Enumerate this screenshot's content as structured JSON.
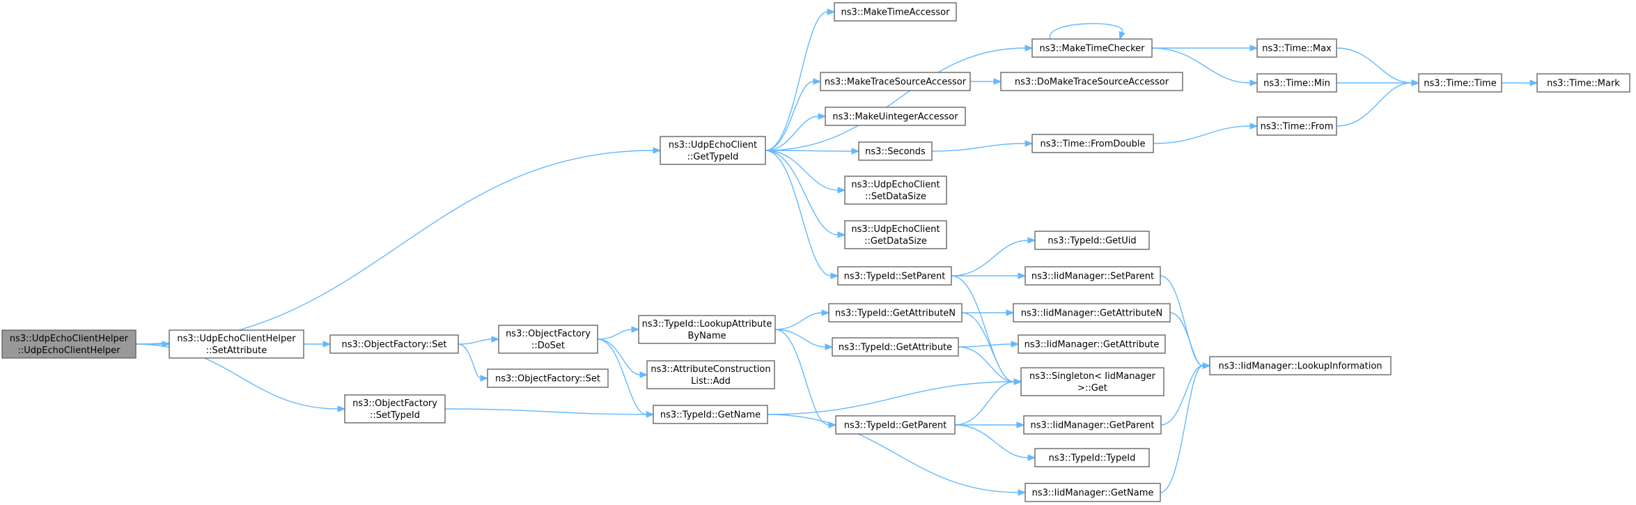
{
  "diagram": {
    "type": "call-graph",
    "colors": {
      "edge": "#63b8ff",
      "node_border": "#666666",
      "root_fill": "#999999",
      "node_fill": "#ffffff"
    },
    "nodes": [
      {
        "id": "root",
        "lines": [
          "ns3::UdpEchoClientHelper",
          "::UdpEchoClientHelper"
        ],
        "root": true
      },
      {
        "id": "setattr",
        "lines": [
          "ns3::UdpEchoClientHelper",
          "::SetAttribute"
        ]
      },
      {
        "id": "getTypeId",
        "lines": [
          "ns3::UdpEchoClient",
          "::GetTypeId"
        ]
      },
      {
        "id": "ofSetTypeId",
        "lines": [
          "ns3::ObjectFactory",
          "::SetTypeId"
        ]
      },
      {
        "id": "ofSet1",
        "lines": [
          "ns3::ObjectFactory::Set"
        ]
      },
      {
        "id": "ofDoSet",
        "lines": [
          "ns3::ObjectFactory",
          "::DoSet"
        ]
      },
      {
        "id": "ofSet2",
        "lines": [
          "ns3::ObjectFactory::Set"
        ]
      },
      {
        "id": "lookupAttr",
        "lines": [
          "ns3::TypeId::LookupAttribute",
          "ByName"
        ]
      },
      {
        "id": "acListAdd",
        "lines": [
          "ns3::AttributeConstruction",
          "List::Add"
        ]
      },
      {
        "id": "tidGetName",
        "lines": [
          "ns3::TypeId::GetName"
        ]
      },
      {
        "id": "makeTimeAcc",
        "lines": [
          "ns3::MakeTimeAccessor"
        ]
      },
      {
        "id": "makeTraceAcc",
        "lines": [
          "ns3::MakeTraceSourceAccessor"
        ]
      },
      {
        "id": "makeUintAcc",
        "lines": [
          "ns3::MakeUintegerAccessor"
        ]
      },
      {
        "id": "seconds",
        "lines": [
          "ns3::Seconds"
        ]
      },
      {
        "id": "setDataSize",
        "lines": [
          "ns3::UdpEchoClient",
          "::SetDataSize"
        ]
      },
      {
        "id": "getDataSize",
        "lines": [
          "ns3::UdpEchoClient",
          "::GetDataSize"
        ]
      },
      {
        "id": "setParent",
        "lines": [
          "ns3::TypeId::SetParent"
        ]
      },
      {
        "id": "getAttrN",
        "lines": [
          "ns3::TypeId::GetAttributeN"
        ]
      },
      {
        "id": "getAttr",
        "lines": [
          "ns3::TypeId::GetAttribute"
        ]
      },
      {
        "id": "getParent",
        "lines": [
          "ns3::TypeId::GetParent"
        ]
      },
      {
        "id": "makeTimeChecker",
        "lines": [
          "ns3::MakeTimeChecker"
        ]
      },
      {
        "id": "doMakeTrace",
        "lines": [
          "ns3::DoMakeTraceSourceAccessor"
        ]
      },
      {
        "id": "fromDouble",
        "lines": [
          "ns3::Time::FromDouble"
        ]
      },
      {
        "id": "getUid",
        "lines": [
          "ns3::TypeId::GetUid"
        ]
      },
      {
        "id": "iidSetParent",
        "lines": [
          "ns3::IidManager::SetParent"
        ]
      },
      {
        "id": "iidGetAttrN",
        "lines": [
          "ns3::IidManager::GetAttributeN"
        ]
      },
      {
        "id": "iidGetAttr",
        "lines": [
          "ns3::IidManager::GetAttribute"
        ]
      },
      {
        "id": "singletonGet",
        "lines": [
          "ns3::Singleton< IidManager",
          " >::Get"
        ]
      },
      {
        "id": "iidGetParent",
        "lines": [
          "ns3::IidManager::GetParent"
        ]
      },
      {
        "id": "tidTypeId",
        "lines": [
          "ns3::TypeId::TypeId"
        ]
      },
      {
        "id": "iidGetName",
        "lines": [
          "ns3::IidManager::GetName"
        ]
      },
      {
        "id": "timeMax",
        "lines": [
          "ns3::Time::Max"
        ]
      },
      {
        "id": "timeMin",
        "lines": [
          "ns3::Time::Min"
        ]
      },
      {
        "id": "timeFrom",
        "lines": [
          "ns3::Time::From"
        ]
      },
      {
        "id": "timeTime",
        "lines": [
          "ns3::Time::Time"
        ]
      },
      {
        "id": "lookupInfo",
        "lines": [
          "ns3::IidManager::LookupInformation"
        ]
      },
      {
        "id": "timeMark",
        "lines": [
          "ns3::Time::Mark"
        ]
      }
    ],
    "edges": [
      [
        "root",
        "getTypeId"
      ],
      [
        "root",
        "setattr"
      ],
      [
        "root",
        "ofSetTypeId"
      ],
      [
        "setattr",
        "ofSet1"
      ],
      [
        "ofSet1",
        "ofDoSet"
      ],
      [
        "ofSet1",
        "ofSet2"
      ],
      [
        "ofDoSet",
        "lookupAttr"
      ],
      [
        "ofDoSet",
        "acListAdd"
      ],
      [
        "ofDoSet",
        "tidGetName"
      ],
      [
        "ofSetTypeId",
        "tidGetName"
      ],
      [
        "lookupAttr",
        "getAttrN"
      ],
      [
        "lookupAttr",
        "getAttr"
      ],
      [
        "lookupAttr",
        "getParent"
      ],
      [
        "tidGetName",
        "singletonGet"
      ],
      [
        "tidGetName",
        "iidGetName"
      ],
      [
        "getTypeId",
        "makeTimeAcc"
      ],
      [
        "getTypeId",
        "makeTimeChecker"
      ],
      [
        "getTypeId",
        "makeTraceAcc"
      ],
      [
        "getTypeId",
        "makeUintAcc"
      ],
      [
        "getTypeId",
        "seconds"
      ],
      [
        "getTypeId",
        "setDataSize"
      ],
      [
        "getTypeId",
        "getDataSize"
      ],
      [
        "getTypeId",
        "setParent"
      ],
      [
        "makeTimeChecker",
        "makeTimeChecker"
      ],
      [
        "makeTimeChecker",
        "timeMax"
      ],
      [
        "makeTimeChecker",
        "timeMin"
      ],
      [
        "makeTraceAcc",
        "doMakeTrace"
      ],
      [
        "seconds",
        "fromDouble"
      ],
      [
        "fromDouble",
        "timeFrom"
      ],
      [
        "setParent",
        "getUid"
      ],
      [
        "setParent",
        "iidSetParent"
      ],
      [
        "setParent",
        "singletonGet"
      ],
      [
        "getAttrN",
        "iidGetAttrN"
      ],
      [
        "getAttrN",
        "singletonGet"
      ],
      [
        "getAttr",
        "iidGetAttr"
      ],
      [
        "getAttr",
        "singletonGet"
      ],
      [
        "getParent",
        "singletonGet"
      ],
      [
        "getParent",
        "iidGetParent"
      ],
      [
        "getParent",
        "tidTypeId"
      ],
      [
        "iidSetParent",
        "lookupInfo"
      ],
      [
        "iidGetAttrN",
        "lookupInfo"
      ],
      [
        "iidGetParent",
        "lookupInfo"
      ],
      [
        "iidGetName",
        "lookupInfo"
      ],
      [
        "timeMax",
        "timeTime"
      ],
      [
        "timeMin",
        "timeTime"
      ],
      [
        "timeFrom",
        "timeTime"
      ],
      [
        "timeTime",
        "timeMark"
      ]
    ]
  }
}
